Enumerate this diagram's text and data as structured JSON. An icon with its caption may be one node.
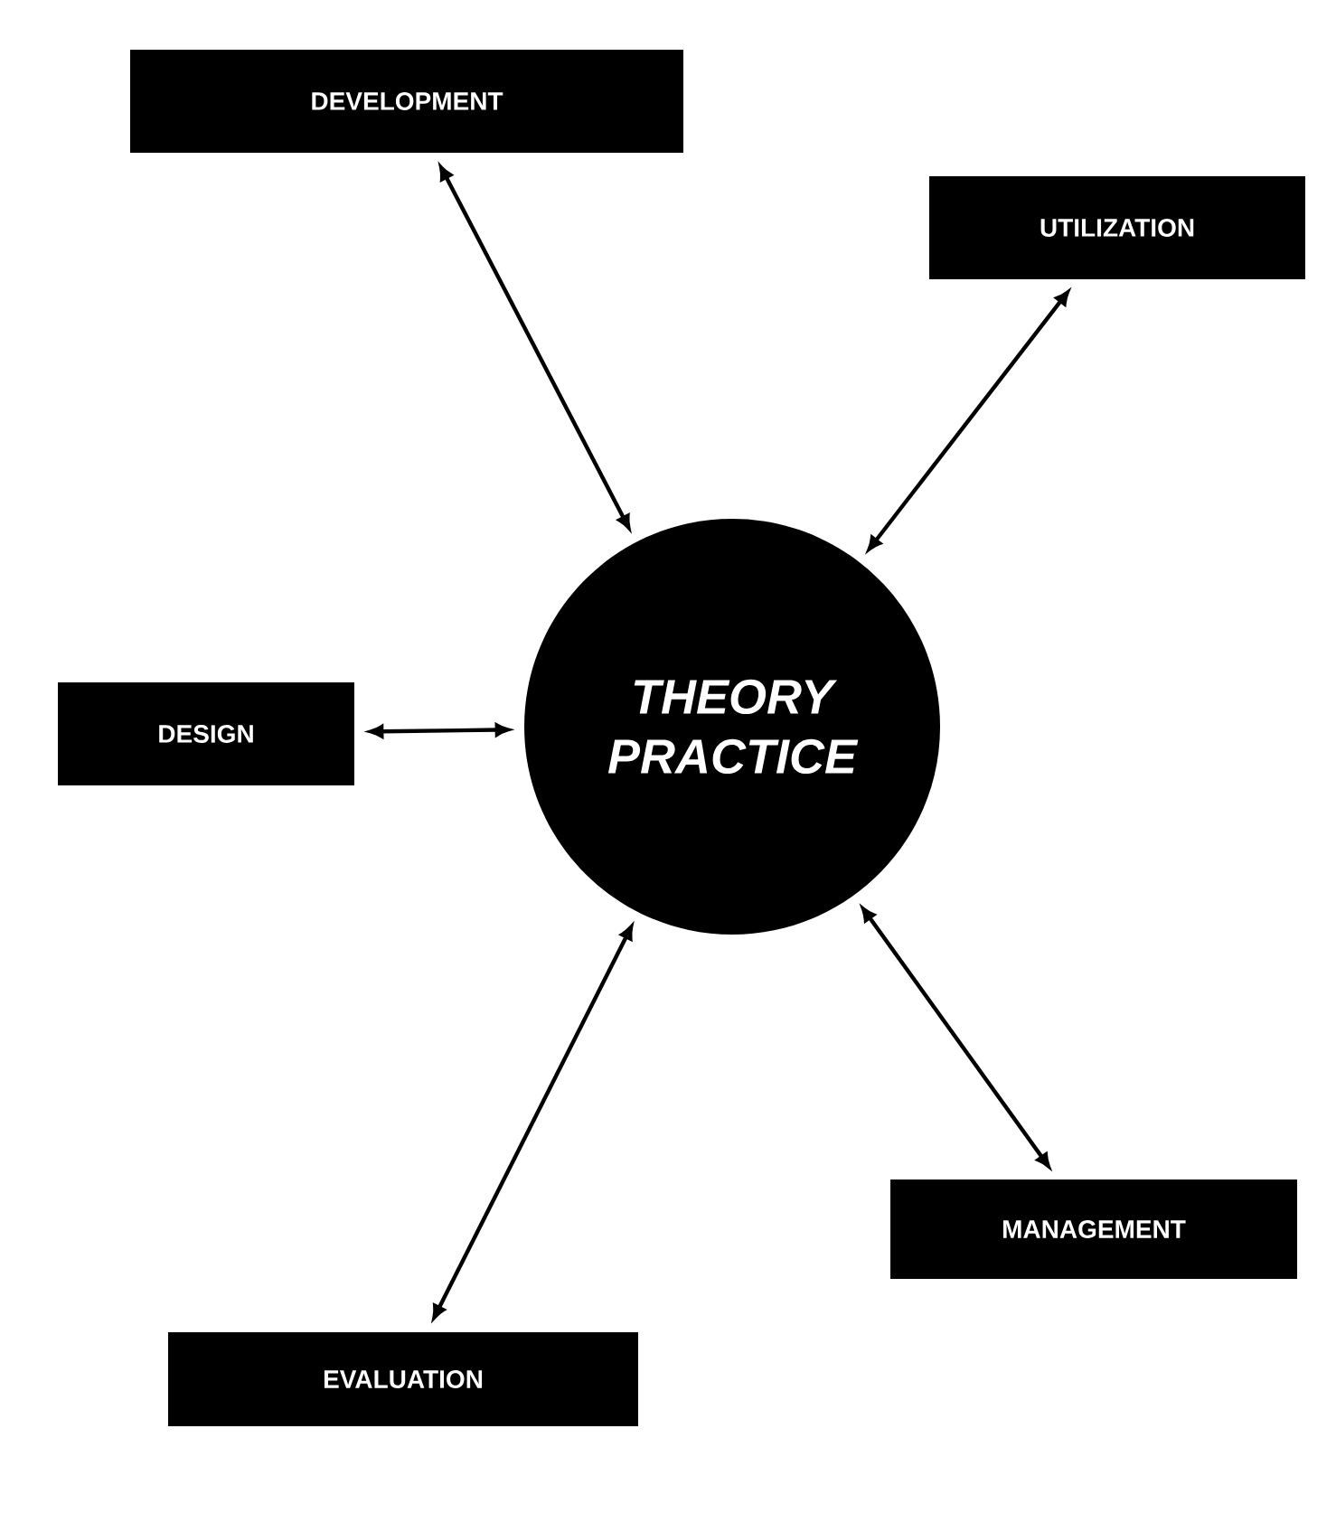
{
  "diagram": {
    "nodes": [
      {
        "text": [
          "DEVELOPMENT"
        ]
      },
      {
        "text": [
          "UTILIZATION"
        ]
      },
      {
        "text": [
          "DESIGN"
        ]
      },
      {
        "text": [
          "THEORY PRACTICE"
        ]
      },
      {
        "text": [
          "MANAGEMENT"
        ]
      },
      {
        "text": [
          "EVALUATION"
        ]
      }
    ],
    "edges": [
      {
        "from": 0,
        "to": 3,
        "arrow": "both"
      },
      {
        "from": 1,
        "to": 3,
        "arrow": "both"
      },
      {
        "from": 2,
        "to": 3,
        "arrow": "both"
      },
      {
        "from": 4,
        "to": 3,
        "arrow": "both"
      },
      {
        "from": 5,
        "to": 3,
        "arrow": "both"
      }
    ]
  }
}
